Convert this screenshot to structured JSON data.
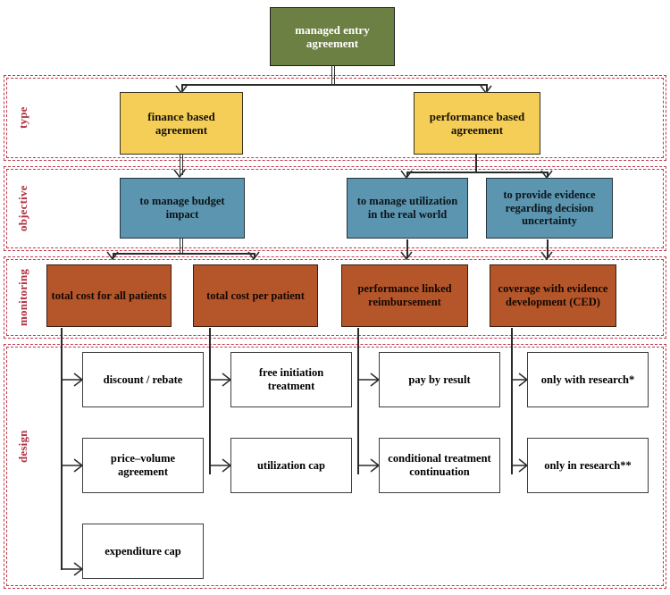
{
  "diagram": {
    "title_node": {
      "label": "managed entry agreement",
      "color": "#6d8044"
    },
    "rows": [
      {
        "key": "type",
        "label": "type",
        "color": "#b03040"
      },
      {
        "key": "objective",
        "label": "objective",
        "color": "#b03040"
      },
      {
        "key": "monitoring",
        "label": "monitoring",
        "color": "#b03040"
      },
      {
        "key": "design",
        "label": "design",
        "color": "#b03040"
      }
    ],
    "type_nodes": [
      {
        "label": "finance based agreement",
        "color": "#f4ce56"
      },
      {
        "label": "performance based agreement",
        "color": "#f4ce56"
      }
    ],
    "objective_nodes": [
      {
        "label": "to manage budget impact",
        "color": "#5b95b0"
      },
      {
        "label": "to manage utilization in the real world",
        "color": "#5b95b0"
      },
      {
        "label": "to provide evidence regarding decision uncertainty",
        "color": "#5b95b0"
      }
    ],
    "monitoring_nodes": [
      {
        "label": "total cost for all patients",
        "color": "#b4552a"
      },
      {
        "label": "total cost per patient",
        "color": "#b4552a"
      },
      {
        "label": "performance linked reimbursement",
        "color": "#b4552a"
      },
      {
        "label": "coverage with evidence development (CED)",
        "color": "#b4552a"
      }
    ],
    "design_columns": [
      {
        "items": [
          "discount / rebate",
          "price–volume agreement",
          "expenditure cap"
        ]
      },
      {
        "items": [
          "free initiation treatment",
          "utilization cap"
        ]
      },
      {
        "items": [
          "pay by result",
          "conditional treatment continuation"
        ]
      },
      {
        "items": [
          "only with research*",
          "only in research**"
        ]
      }
    ]
  }
}
